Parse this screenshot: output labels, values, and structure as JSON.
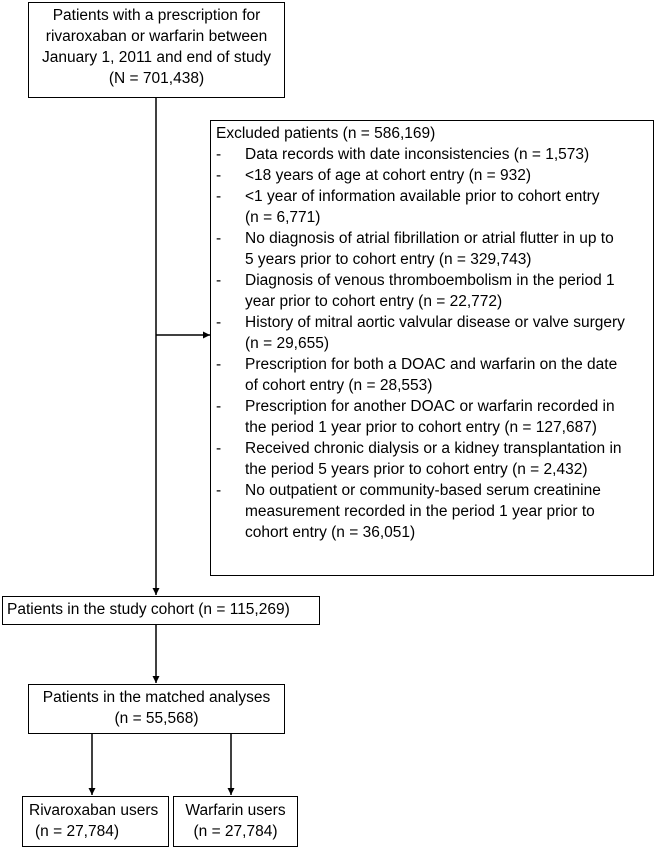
{
  "colors": {
    "stroke": "#000000",
    "background": "#ffffff"
  },
  "top_box": {
    "lines": [
      "Patients with a prescription for",
      "rivaroxaban or warfarin between",
      "January 1, 2011 and end of study",
      "(N = 701,438)"
    ]
  },
  "excluded_box": {
    "title": "Excluded patients (n = 586,169)",
    "items": [
      [
        "Data records with date inconsistencies (n = 1,573)"
      ],
      [
        "<18 years of age at cohort entry (n = 932)"
      ],
      [
        "<1 year of information available prior to cohort entry",
        "(n = 6,771)"
      ],
      [
        "No diagnosis of atrial fibrillation or atrial flutter in up to",
        "5 years prior to cohort entry (n = 329,743)"
      ],
      [
        "Diagnosis of venous thromboembolism in the period 1",
        "year prior to cohort entry (n = 22,772)"
      ],
      [
        "History of mitral aortic valvular disease or valve surgery",
        "(n = 29,655)"
      ],
      [
        "Prescription for both a DOAC and warfarin on the date",
        "of cohort entry (n = 28,553)"
      ],
      [
        "Prescription for another DOAC or warfarin recorded in",
        "the period 1 year prior to cohort entry (n = 127,687)"
      ],
      [
        "Received chronic dialysis or a kidney transplantation in",
        "the period 5 years prior to cohort entry (n = 2,432)"
      ],
      [
        "No outpatient or community-based serum creatinine",
        "measurement recorded in the period 1 year prior to",
        "cohort entry (n = 36,051)"
      ]
    ]
  },
  "cohort_box": {
    "lines": [
      "Patients in the study cohort (n = 115,269)"
    ]
  },
  "matched_box": {
    "lines": [
      "Patients in the matched analyses",
      "(n = 55,568)"
    ]
  },
  "riva_box": {
    "lines": [
      "Rivaroxaban users",
      "(n = 27,784)"
    ]
  },
  "warf_box": {
    "lines": [
      "Warfarin users",
      "(n = 27,784)"
    ]
  }
}
